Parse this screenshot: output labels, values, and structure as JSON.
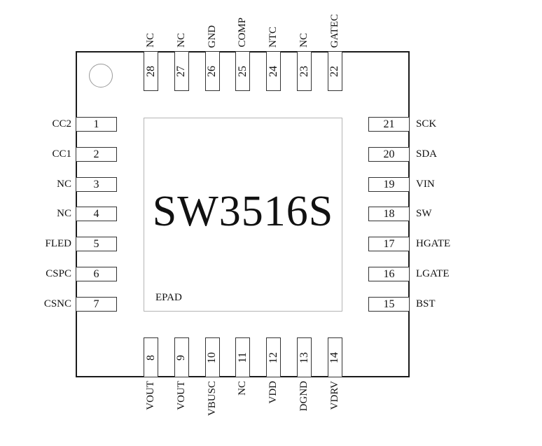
{
  "chip": {
    "title": "SW3516S",
    "epad_label": "EPAD",
    "line_color": "#1a1a1a",
    "epad_border_color": "#b5b5b5",
    "background_color": "#ffffff"
  },
  "pins": {
    "left": [
      {
        "num": "1",
        "label": "CC2"
      },
      {
        "num": "2",
        "label": "CC1"
      },
      {
        "num": "3",
        "label": "NC"
      },
      {
        "num": "4",
        "label": "NC"
      },
      {
        "num": "5",
        "label": "FLED"
      },
      {
        "num": "6",
        "label": "CSPC"
      },
      {
        "num": "7",
        "label": "CSNC"
      }
    ],
    "right": [
      {
        "num": "21",
        "label": "SCK"
      },
      {
        "num": "20",
        "label": "SDA"
      },
      {
        "num": "19",
        "label": "VIN"
      },
      {
        "num": "18",
        "label": "SW"
      },
      {
        "num": "17",
        "label": "HGATE"
      },
      {
        "num": "16",
        "label": "LGATE"
      },
      {
        "num": "15",
        "label": "BST"
      }
    ],
    "top": [
      {
        "num": "28",
        "label": "NC"
      },
      {
        "num": "27",
        "label": "NC"
      },
      {
        "num": "26",
        "label": "GND"
      },
      {
        "num": "25",
        "label": "COMP"
      },
      {
        "num": "24",
        "label": "NTC"
      },
      {
        "num": "23",
        "label": "NC"
      },
      {
        "num": "22",
        "label": "GATEC"
      }
    ],
    "bottom": [
      {
        "num": "8",
        "label": "VOUT"
      },
      {
        "num": "9",
        "label": "VOUT"
      },
      {
        "num": "10",
        "label": "VBUSC"
      },
      {
        "num": "11",
        "label": "NC"
      },
      {
        "num": "12",
        "label": "VDD"
      },
      {
        "num": "13",
        "label": "DGND"
      },
      {
        "num": "14",
        "label": "VDRV"
      }
    ]
  }
}
